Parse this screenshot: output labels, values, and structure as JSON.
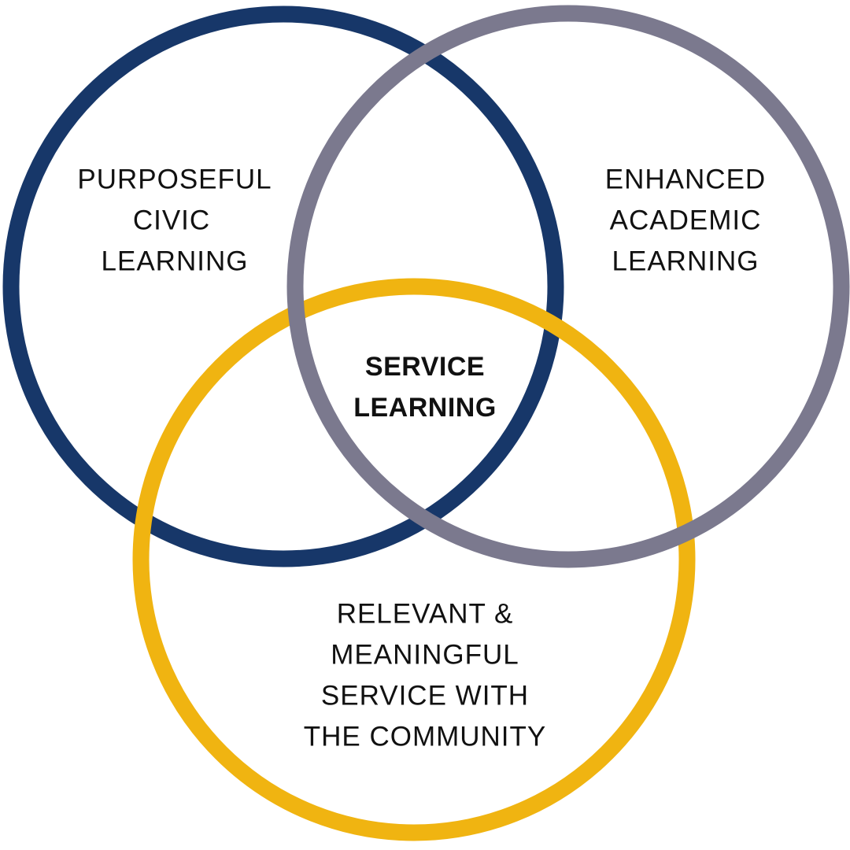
{
  "diagram": {
    "type": "venn",
    "circles": [
      {
        "id": "civic",
        "color": "#173769",
        "label_lines": [
          "PURPOSEFUL",
          "CIVIC",
          "LEARNING"
        ]
      },
      {
        "id": "community",
        "color": "#F0B411",
        "label_lines": [
          "RELEVANT &",
          "MEANINGFUL",
          "SERVICE WITH",
          "THE COMMUNITY"
        ]
      },
      {
        "id": "academic",
        "color": "#7B798E",
        "label_lines": [
          "ENHANCED",
          "ACADEMIC",
          "LEARNING"
        ]
      }
    ],
    "center": {
      "label_lines": [
        "SERVICE",
        "LEARNING"
      ]
    }
  }
}
